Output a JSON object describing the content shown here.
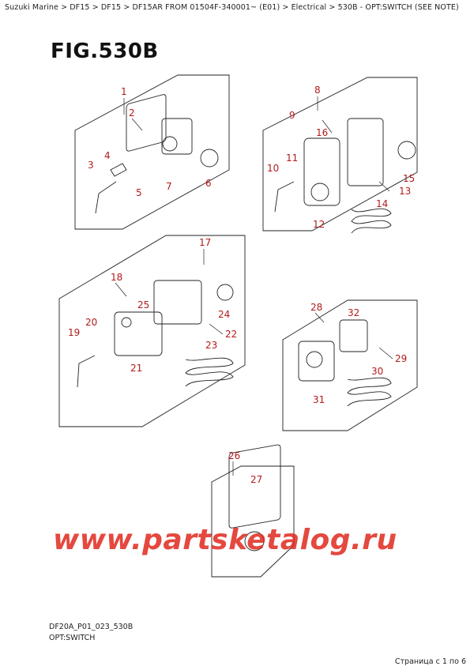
{
  "breadcrumb": {
    "items": [
      "Suzuki Marine",
      "DF15",
      "DF15",
      "DF15AR FROM 01504F-340001~ (E01)",
      "Electrical",
      "530B - OPT:SWITCH (SEE NOTE)"
    ],
    "separator": " > "
  },
  "figure": {
    "title": "FIG.530B",
    "code": "DF20A_P01_023_530B",
    "subtitle": "OPT:SWITCH"
  },
  "callouts": [
    "1",
    "2",
    "3",
    "4",
    "5",
    "6",
    "7",
    "8",
    "9",
    "10",
    "11",
    "12",
    "13",
    "14",
    "15",
    "16",
    "17",
    "18",
    "19",
    "20",
    "21",
    "22",
    "23",
    "24",
    "25",
    "26",
    "27",
    "28",
    "29",
    "30",
    "31",
    "32"
  ],
  "watermark": "www.partsketalog.ru",
  "pager": "Страница с 1 по 6",
  "colors": {
    "callout": "#b21a1a",
    "watermark": "#e0291e",
    "line": "#222222"
  }
}
